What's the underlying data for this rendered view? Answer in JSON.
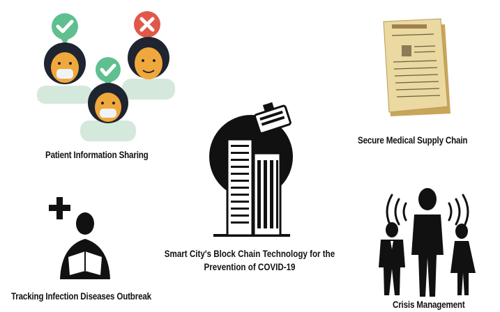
{
  "diagram": {
    "center_label_line1": "Smart City's Block Chain Technology for the",
    "center_label_line2": "Prevention of COVID-19",
    "nodes": {
      "patient_sharing": {
        "label": "Patient Information Sharing",
        "icon": "masked-people-check-icon"
      },
      "supply_chain": {
        "label": "Secure Medical Supply Chain",
        "icon": "medical-folder-icon"
      },
      "tracking": {
        "label": "Tracking Infection Diseases Outbreak",
        "icon": "reading-person-plus-icon"
      },
      "crisis": {
        "label": "Crisis Management",
        "icon": "group-alert-icon"
      }
    },
    "colors": {
      "check": "#5fbf8f",
      "cross": "#e0584a",
      "skin": "#f0a83c",
      "hair": "#1e2430",
      "shirt": "#d4e9dc",
      "mask": "#eef4f7",
      "folder": "#ead9a0",
      "ink": "#111111"
    }
  }
}
